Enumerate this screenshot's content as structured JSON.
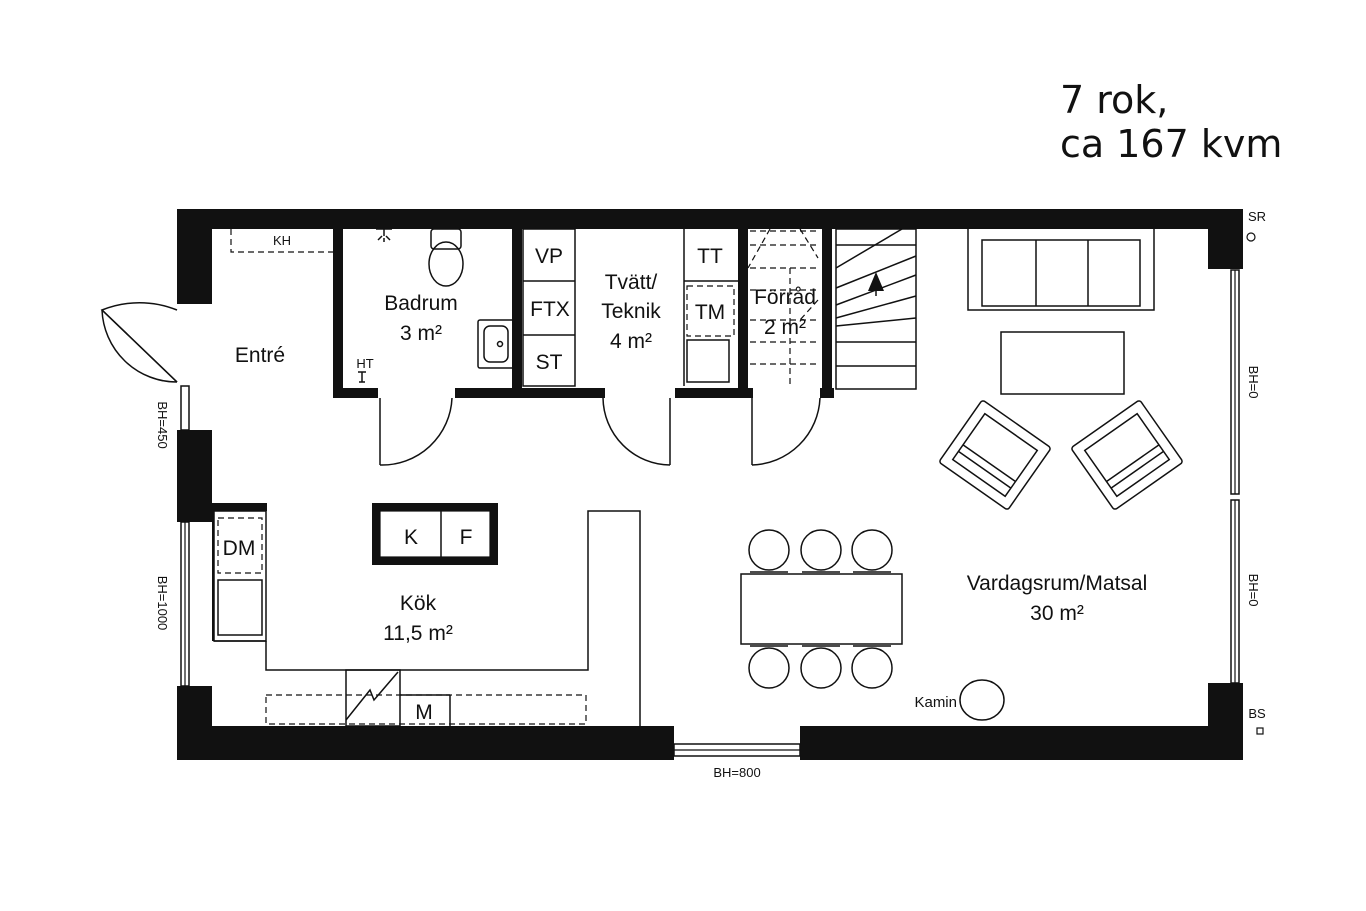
{
  "title": {
    "line1": "7 rok,",
    "line2": "ca 167 kvm"
  },
  "rooms": {
    "badrum": {
      "name": "Badrum",
      "area": "3 m²"
    },
    "tvatt": {
      "name1": "Tvätt/",
      "name2": "Teknik",
      "area": "4 m²"
    },
    "forrad": {
      "name": "Förråd",
      "area": "2 m²"
    },
    "entre": {
      "name": "Entré"
    },
    "kok": {
      "name": "Kök",
      "area": "11,5 m²"
    },
    "vardagsrum": {
      "name": "Vardagsrum/Matsal",
      "area": "30 m²"
    }
  },
  "fixtures": {
    "vp": "VP",
    "ftx": "FTX",
    "st": "ST",
    "tt": "TT",
    "tm": "TM",
    "dm": "DM",
    "k": "K",
    "f": "F",
    "m": "M",
    "kh": "KH",
    "ht": "HT",
    "kamin": "Kamin",
    "sr": "SR",
    "bs": "BS"
  },
  "windows": {
    "left_top": "BH=450",
    "left_bottom": "BH=1000",
    "right_top": "BH=0",
    "right_bottom": "BH=0",
    "bottom": "BH=800"
  }
}
